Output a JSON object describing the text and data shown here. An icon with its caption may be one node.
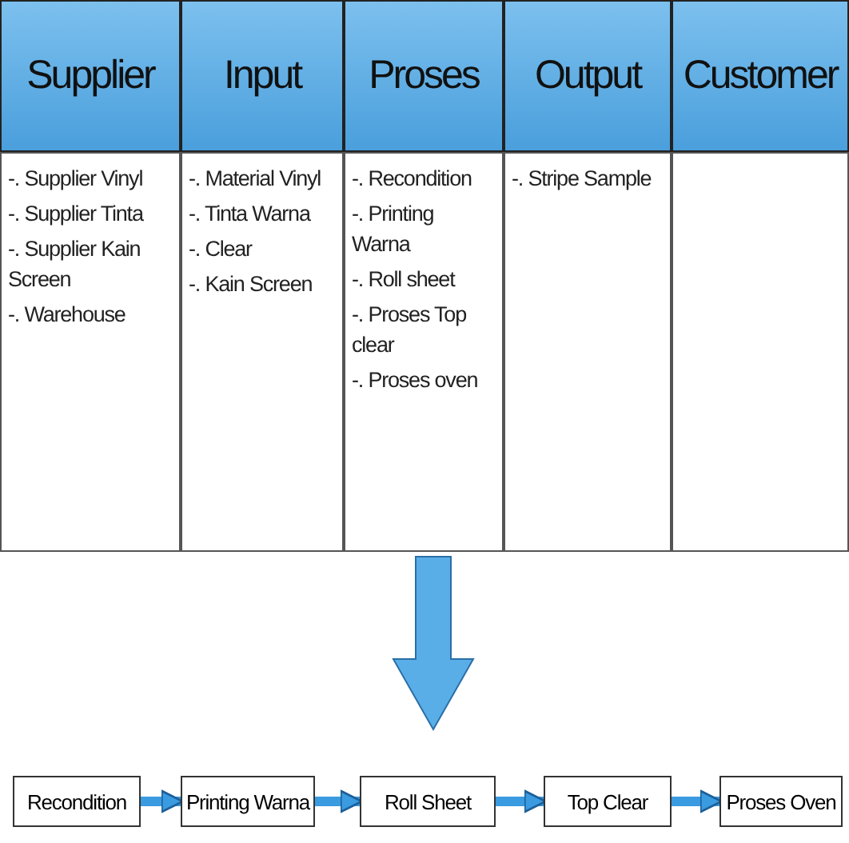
{
  "diagram": {
    "nodes": [
      {
        "text": [
          "Recondition"
        ]
      },
      {
        "text": [
          "Printing Warna"
        ]
      },
      {
        "text": [
          "Roll Sheet"
        ]
      },
      {
        "text": [
          "Top Clear"
        ]
      },
      {
        "text": [
          "Proses Oven"
        ]
      }
    ],
    "edges": [
      {
        "from": 0,
        "to": 1,
        "arrow": "to"
      },
      {
        "from": 1,
        "to": 2,
        "arrow": "to"
      },
      {
        "from": 2,
        "to": 3,
        "arrow": "to"
      },
      {
        "from": 3,
        "to": 4,
        "arrow": "to"
      }
    ],
    "labels": [
      "Supplier",
      "Input",
      "Proses",
      "Output",
      "Customer",
      "-. Supplier Vinyl",
      "-. Supplier Tinta",
      "-. Supplier Kain Screen",
      "-. Warehouse",
      "-. Material Vinyl",
      "-. Tinta Warna",
      "-. Clear",
      "-. Kain Screen",
      "-. Recondition",
      "-. Printing Warna",
      "-. Roll sheet",
      "-. Proses Top clear",
      "-. Proses oven",
      "-. Stripe Sample"
    ]
  }
}
